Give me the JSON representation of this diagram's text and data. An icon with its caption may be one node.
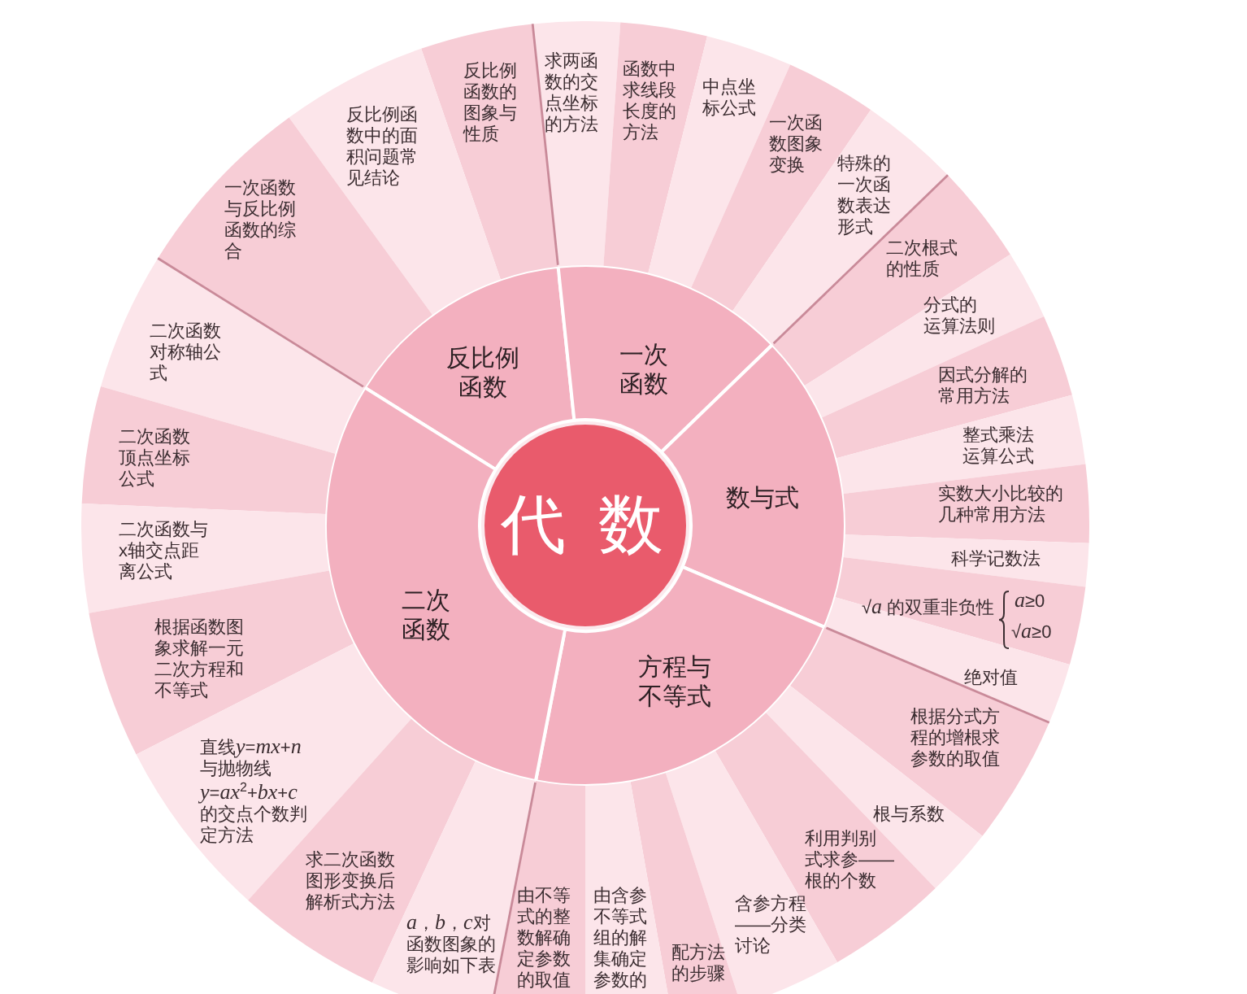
{
  "diagram": {
    "nodes": [
      {
        "text": [
          "代数"
        ]
      },
      {
        "text": [
          "反比例函数"
        ]
      },
      {
        "text": [
          "一次函数"
        ]
      },
      {
        "text": [
          "数与式"
        ]
      },
      {
        "text": [
          "方程与不等式"
        ]
      },
      {
        "text": [
          "二次函数"
        ]
      },
      {
        "text": [
          "反比例函数的图象与性质"
        ]
      },
      {
        "text": [
          "反比例函数中的面积问题常见结论"
        ]
      },
      {
        "text": [
          "一次函数与反比例函数的综合"
        ]
      },
      {
        "text": [
          "求两函数的交点坐标的方法"
        ]
      },
      {
        "text": [
          "函数中求线段长度的方法"
        ]
      },
      {
        "text": [
          "中点坐标公式"
        ]
      },
      {
        "text": [
          "一次函数图象变换"
        ]
      },
      {
        "text": [
          "特殊的一次函数表达形式"
        ]
      },
      {
        "text": [
          "二次根式的性质"
        ]
      },
      {
        "text": [
          "分式的运算法则"
        ]
      },
      {
        "text": [
          "因式分解的常用方法"
        ]
      },
      {
        "text": [
          "整式乘法运算公式"
        ]
      },
      {
        "text": [
          "实数大小比较的几种常用方法"
        ]
      },
      {
        "text": [
          "科学记数法"
        ]
      },
      {
        "text": [
          "√*a* 的双重非负性",
          "*a*≥0",
          "√*a*≥0"
        ]
      },
      {
        "text": [
          "绝对值"
        ]
      },
      {
        "text": [
          "根据分式方程的增根求参数的取值"
        ]
      },
      {
        "text": [
          "根与系数"
        ]
      },
      {
        "text": [
          "利用判别式求参——根的个数"
        ]
      },
      {
        "text": [
          "含参方程——分类讨论"
        ]
      },
      {
        "text": [
          "配方法的步骤"
        ]
      },
      {
        "text": [
          "由含参不等式组的解集确定参数的"
        ]
      },
      {
        "text": [
          "由不等式的整数解确定参数的取值"
        ]
      },
      {
        "text": [
          "二次函数对称轴公式"
        ]
      },
      {
        "text": [
          "二次函数顶点坐标公式"
        ]
      },
      {
        "text": [
          "二次函数与x轴交点距离公式"
        ]
      },
      {
        "text": [
          "根据函数图象求解一元二次方程和不等式"
        ]
      },
      {
        "text": [
          "直线y=mx+n与抛物线y=ax$^{2}$+bx+c的交点个数判定方法"
        ]
      },
      {
        "text": [
          "求二次函数图形变换后解析式方法"
        ]
      },
      {
        "text": [
          "a，b，c对函数图象的影响如下表"
        ]
      }
    ]
  }
}
